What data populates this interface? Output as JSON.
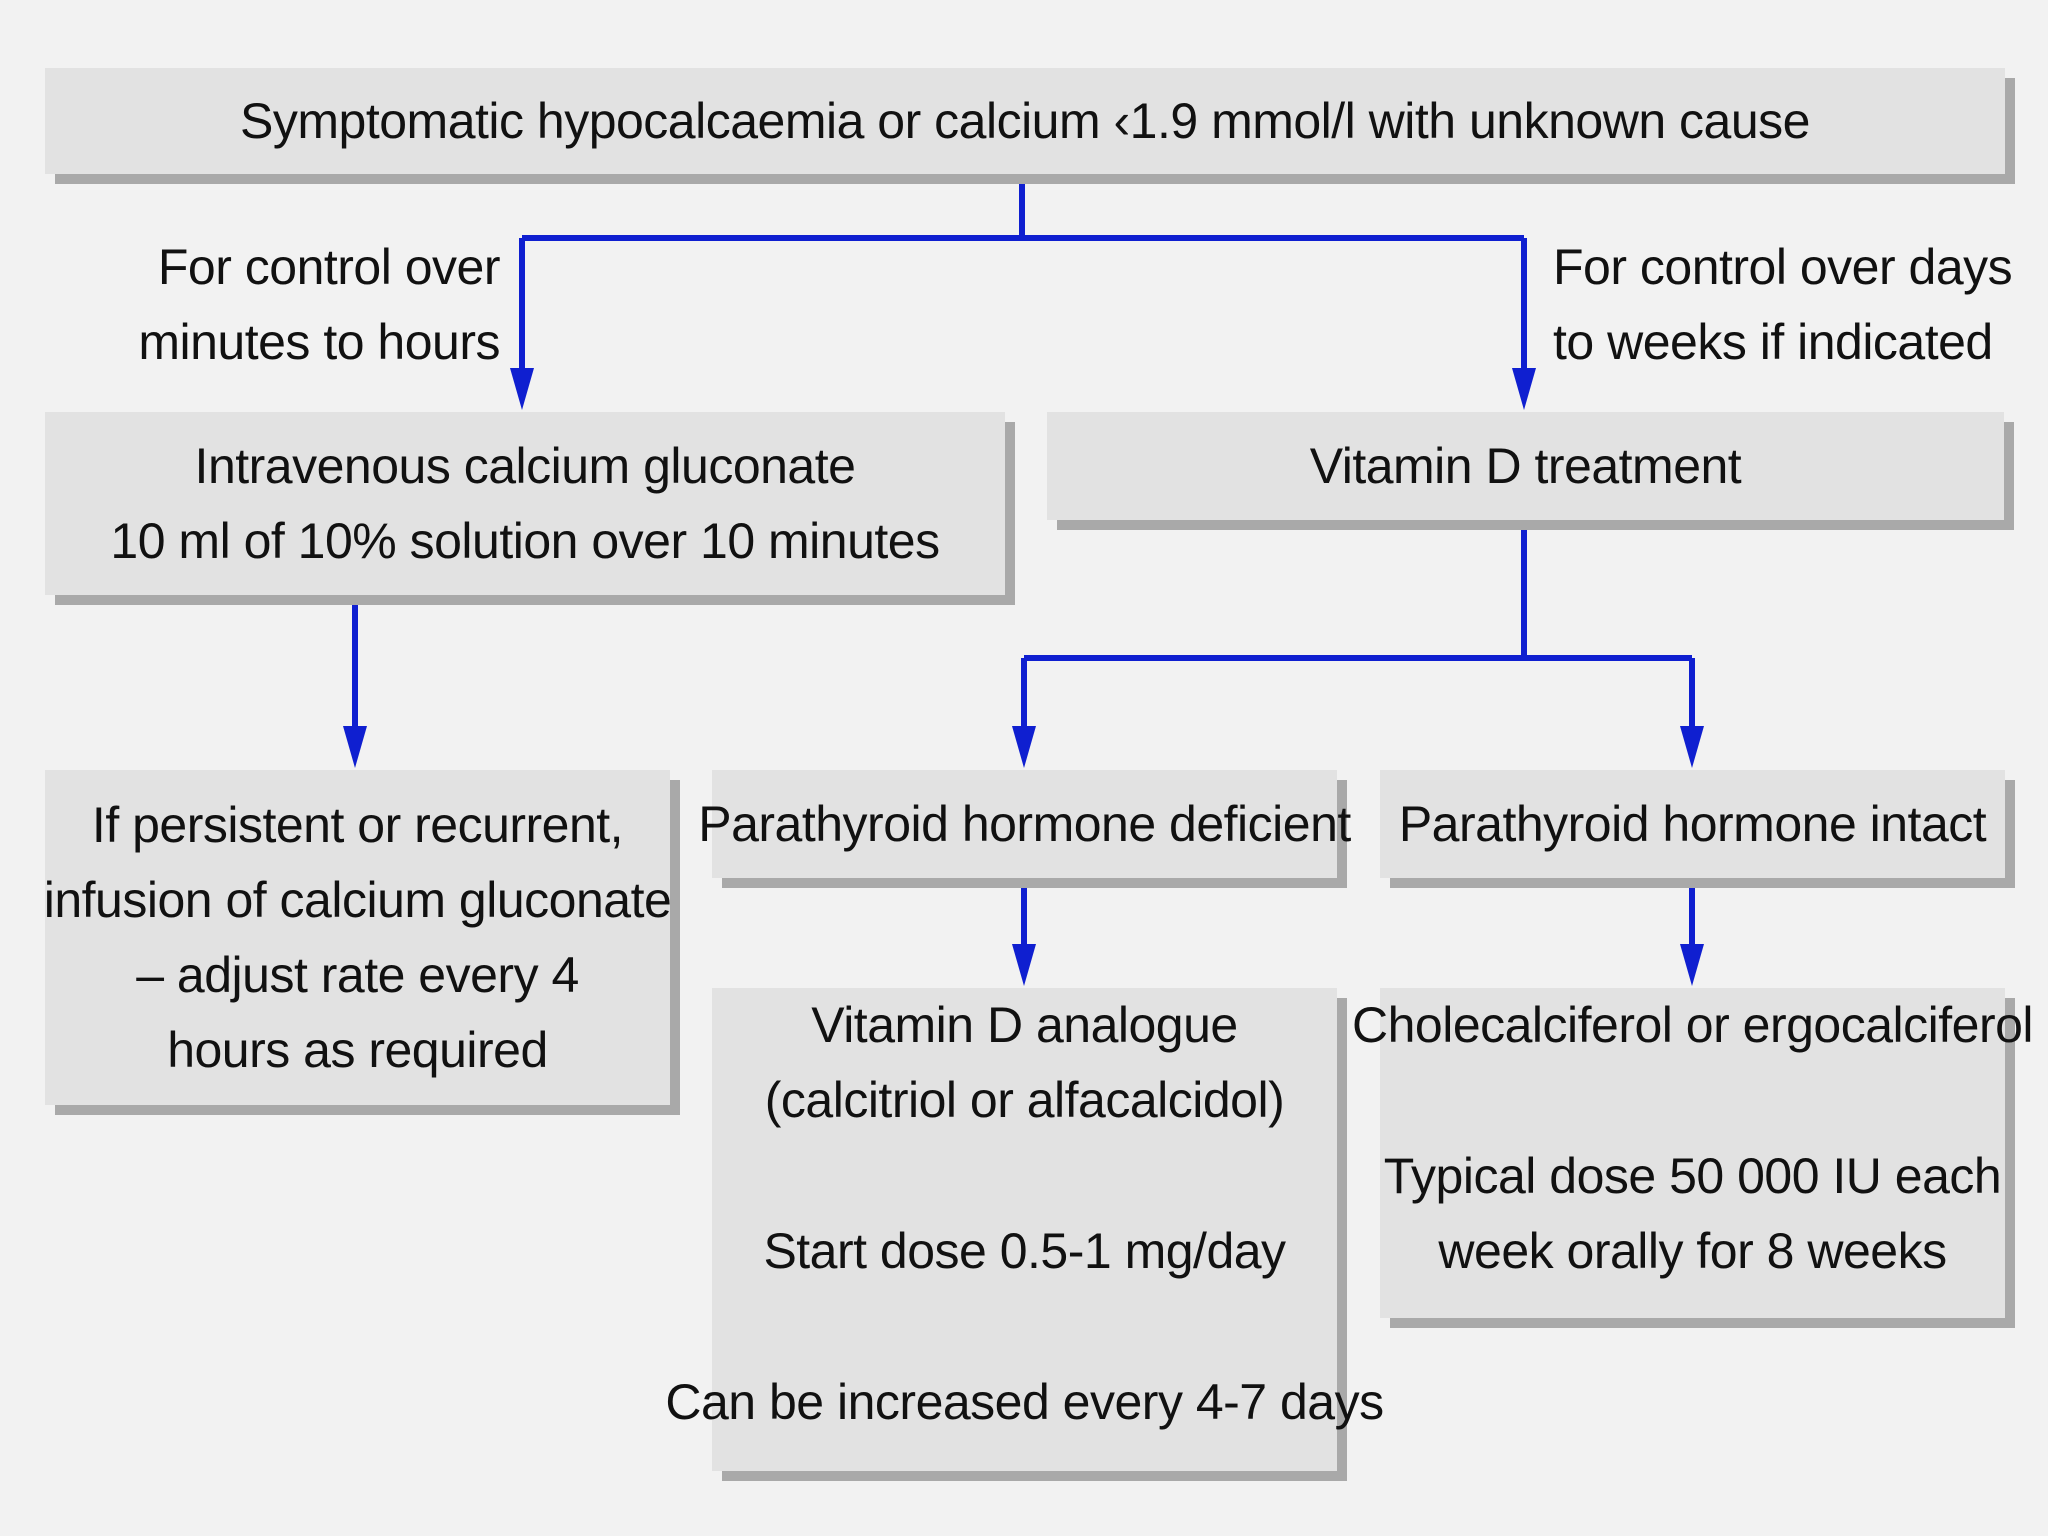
{
  "colors": {
    "connector": "#0f1fd0",
    "box_fill": "#e2e2e2",
    "box_shadow": "#a9a9a9",
    "background": "#f2f2f2"
  },
  "root": {
    "text": "Symptomatic hypocalcaemia or calcium ‹1.9 mmol/l with unknown cause"
  },
  "branches": {
    "left_label": [
      "For control over",
      "minutes to hours"
    ],
    "right_label": [
      "For control over days",
      "to weeks if indicated"
    ]
  },
  "iv_box": {
    "lines": [
      "Intravenous calcium gluconate",
      "10 ml of 10% solution over 10 minutes"
    ]
  },
  "vitd_box": {
    "text": "Vitamin D treatment"
  },
  "infusion_box": {
    "lines": [
      "If persistent or recurrent,",
      "infusion of calcium gluconate",
      "– adjust rate every 4",
      "hours as required"
    ]
  },
  "pth_deficient": {
    "text": "Parathyroid hormone deficient"
  },
  "pth_intact": {
    "text": "Parathyroid hormone intact"
  },
  "analogue_box": {
    "title": [
      "Vitamin D analogue",
      "(calcitriol or alfacalcidol)"
    ],
    "start_dose": "Start dose 0.5-1 mg/day",
    "increase": "Can be increased every 4-7 days"
  },
  "chole_box": {
    "title": "Cholecalciferol or ergocalciferol",
    "dose": [
      "Typical dose 50 000 IU each",
      "week orally for 8 weeks"
    ]
  }
}
